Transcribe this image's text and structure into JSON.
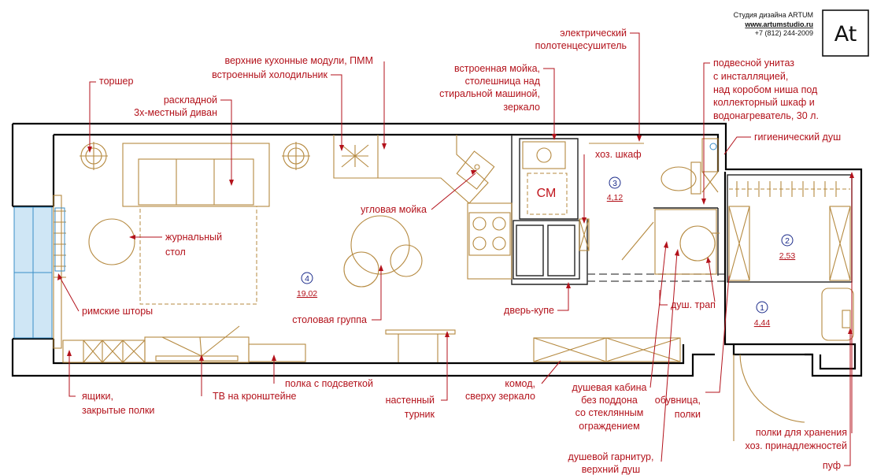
{
  "studio": {
    "name": "Студия дизайна ARTUM",
    "site": "www.artumstudio.ru",
    "phone": "+7 (812) 244-2009",
    "logo": "At"
  },
  "rooms": [
    {
      "number": "4",
      "area": "19,02"
    },
    {
      "number": "3",
      "area": "4,12"
    },
    {
      "number": "2",
      "area": "2,53"
    },
    {
      "number": "1",
      "area": "4,44"
    }
  ],
  "appliance": {
    "washer": "СМ"
  },
  "labels": {
    "torsher": "торшер",
    "sofa1": "раскладной",
    "sofa2": "3х-местный диван",
    "kitchen1": "верхние кухонные модули, ПММ",
    "kitchen2": "встроенный холодильник",
    "sink1": "встроенная мойка,",
    "sink2": "столешница над",
    "sink3": "стиральной машиной,",
    "sink4": "зеркало",
    "towel1": "электрический",
    "towel2": "полотенцесушитель",
    "toilet1": "подвесной унитаз",
    "toilet2": "с инсталляцией,",
    "toilet3": "над коробом ниша под",
    "toilet4": "коллекторный шкаф и",
    "toilet5": "водонагреватель, 30 л.",
    "hygiene": "гигиенический душ",
    "closet": "хоз. шкаф",
    "corner_sink": "угловая мойка",
    "table1": "журнальный",
    "table2": "стол",
    "blinds": "римские шторы",
    "dining": "столовая группа",
    "slide_door": "дверь-купе",
    "drain": "душ. трап",
    "drawers1": "ящики,",
    "drawers2": "закрытые полки",
    "tv": "ТВ на кронштейне",
    "shelf_light": "полка с подсветкой",
    "bar1": "настенный",
    "bar2": "турник",
    "chest1": "комод,",
    "chest2": "сверху зеркало",
    "shower1": "душевая кабина",
    "shower2": "без поддона",
    "shower3": "со стеклянным",
    "shower4": "ограждением",
    "shoes1": "обувница,",
    "shoes2": "полки",
    "storage1": "полки для хранения",
    "storage2": "хоз. принадлежностей",
    "pouf": "пуф",
    "mixer1": "душевой гарнитур,",
    "mixer2": "верхний душ"
  },
  "colors": {
    "wall": "#000000",
    "furniture": "#b5893f",
    "annotation": "#b3121b",
    "room_number": "#1b2b8a",
    "window": "#3a8ec6"
  }
}
